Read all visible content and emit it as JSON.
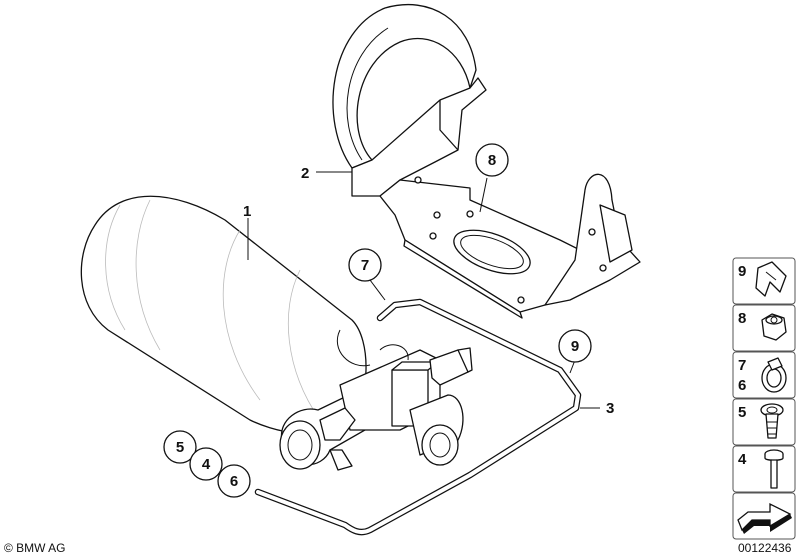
{
  "callouts": {
    "c1": "1",
    "c2": "2",
    "c3": "3",
    "c4": "4",
    "c5": "5",
    "c6": "6",
    "c7": "7",
    "c8": "8",
    "c9": "9"
  },
  "legend": {
    "items": [
      {
        "numbers": "9",
        "icon": "clip-icon"
      },
      {
        "numbers": "8",
        "icon": "nut-icon"
      },
      {
        "numbers": "7",
        "numbers2": "6",
        "icon": "hose-clamp-icon"
      },
      {
        "numbers": "5",
        "icon": "grommet-icon"
      },
      {
        "numbers": "4",
        "icon": "bolt-icon"
      }
    ],
    "arrow_icon": "direction-arrow-icon"
  },
  "footer": {
    "copyright": "© BMW AG",
    "diagram_id": "00122436"
  }
}
